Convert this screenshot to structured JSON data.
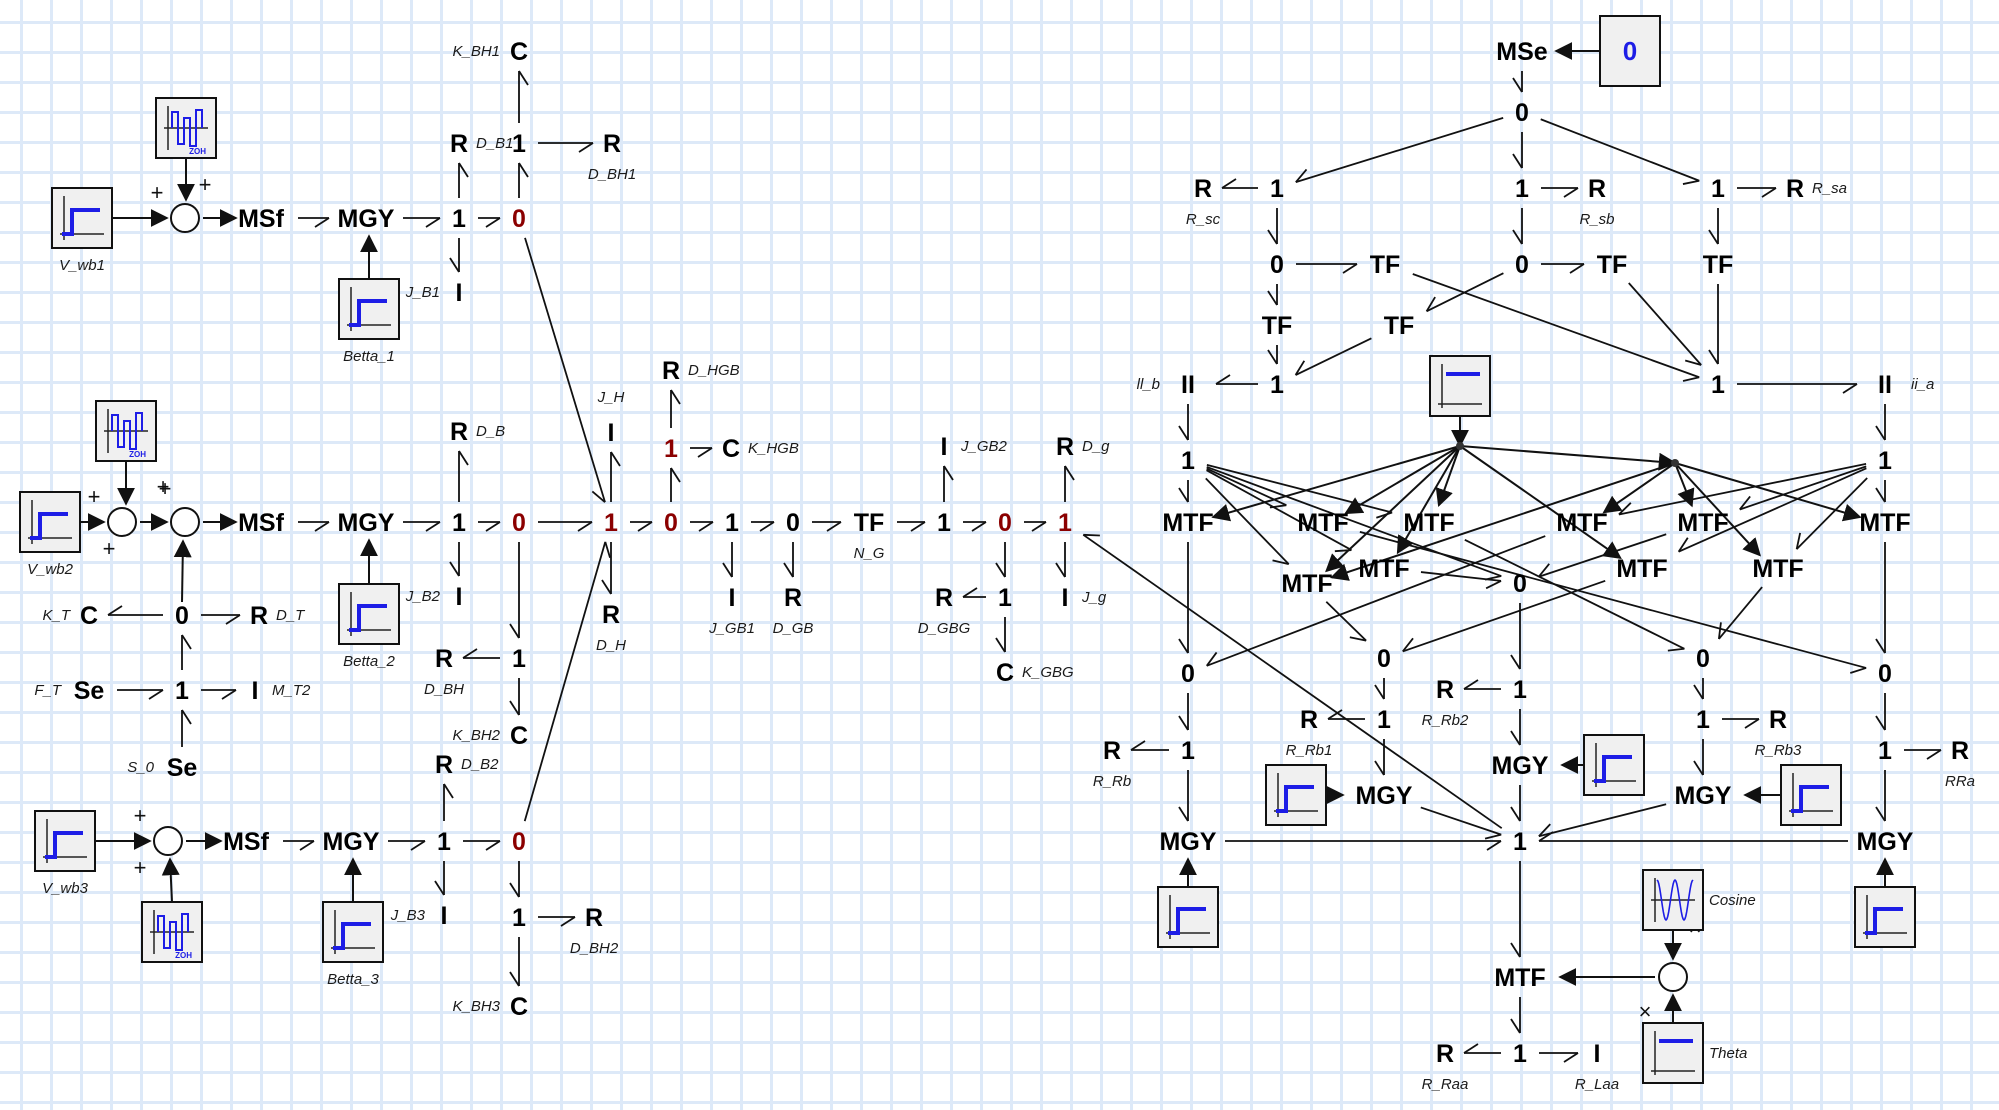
{
  "diagram": {
    "title": "Bond graph model",
    "colors": {
      "grid": "#dde9f8",
      "signal": "#0000ff",
      "junction_active": "#8b0000",
      "element": "#000000"
    },
    "nodes": {
      "MSf1": {
        "label": "MSf"
      },
      "MGY1": {
        "label": "MGY"
      },
      "n1a": {
        "label": "1"
      },
      "n0a": {
        "label": "0"
      },
      "IJB1": {
        "label": "I",
        "sub": "J_B1"
      },
      "RDB1": {
        "label": "R",
        "sub": "D_B1"
      },
      "n1b": {
        "label": "1"
      },
      "RDBH1": {
        "label": "R",
        "sub": "D_BH1"
      },
      "CKBH1": {
        "label": "C",
        "sub": "K_BH1"
      },
      "MSf2": {
        "label": "MSf"
      },
      "MGY2": {
        "label": "MGY"
      },
      "n1c": {
        "label": "1"
      },
      "n0b": {
        "label": "0"
      },
      "IJB2": {
        "label": "I",
        "sub": "J_B2"
      },
      "RDB": {
        "label": "R",
        "sub": "D_B"
      },
      "n1d": {
        "label": "1"
      },
      "RDBH": {
        "label": "R",
        "sub": "D_BH"
      },
      "CKBH2": {
        "label": "C",
        "sub": "K_BH2"
      },
      "n0T": {
        "label": "0"
      },
      "CKT": {
        "label": "C",
        "sub": "K_T"
      },
      "RDT": {
        "label": "R",
        "sub": "D_T"
      },
      "n1T": {
        "label": "1"
      },
      "SeFT": {
        "label": "Se",
        "sub": "F_T"
      },
      "IMT2": {
        "label": "I",
        "sub": "M_T2"
      },
      "SeS0": {
        "label": "Se",
        "sub": "S_0"
      },
      "MSf3": {
        "label": "MSf"
      },
      "MGY3": {
        "label": "MGY"
      },
      "n1e": {
        "label": "1"
      },
      "n0c": {
        "label": "0"
      },
      "IJB3": {
        "label": "I",
        "sub": "J_B3"
      },
      "RDB2": {
        "label": "R",
        "sub": "D_B2"
      },
      "n1f": {
        "label": "1"
      },
      "RDBH2": {
        "label": "R",
        "sub": "D_BH2"
      },
      "CKBH3": {
        "label": "C",
        "sub": "K_BH3"
      },
      "n1H": {
        "label": "1"
      },
      "IJH": {
        "label": "I",
        "sub": "J_H"
      },
      "RDH": {
        "label": "R",
        "sub": "D_H"
      },
      "n0H": {
        "label": "0"
      },
      "n1HGB": {
        "label": "1"
      },
      "RDHGB": {
        "label": "R",
        "sub": "D_HGB"
      },
      "CKHGB": {
        "label": "C",
        "sub": "K_HGB"
      },
      "n1g": {
        "label": "1"
      },
      "IJGB1": {
        "label": "I",
        "sub": "J_GB1"
      },
      "n0g": {
        "label": "0"
      },
      "RDGB": {
        "label": "R",
        "sub": "D_GB"
      },
      "TFNG": {
        "label": "TF",
        "sub": "N_G"
      },
      "n1h": {
        "label": "1"
      },
      "IJGB2": {
        "label": "I",
        "sub": "J_GB2"
      },
      "n0h": {
        "label": "0"
      },
      "n1i": {
        "label": "1"
      },
      "RDGBG": {
        "label": "R",
        "sub": "D_GBG"
      },
      "CKGBG": {
        "label": "C",
        "sub": "K_GBG"
      },
      "n1j": {
        "label": "1"
      },
      "RDg": {
        "label": "R",
        "sub": "D_g"
      },
      "IJg": {
        "label": "I",
        "sub": "J_g"
      },
      "MSe": {
        "label": "MSe"
      },
      "n0top": {
        "label": "0"
      },
      "n1L": {
        "label": "1"
      },
      "RRsc": {
        "label": "R",
        "sub": "R_sc"
      },
      "n1M": {
        "label": "1"
      },
      "RRsb": {
        "label": "R",
        "sub": "R_sb"
      },
      "n1R": {
        "label": "1"
      },
      "RRsa": {
        "label": "R",
        "sub": "R_sa"
      },
      "n0L": {
        "label": "0"
      },
      "TFa": {
        "label": "TF"
      },
      "n0M": {
        "label": "0"
      },
      "TFb": {
        "label": "TF"
      },
      "TFc": {
        "label": "TF"
      },
      "TFd": {
        "label": "TF"
      },
      "TFe": {
        "label": "TF"
      },
      "n1bL": {
        "label": "1"
      },
      "IIb": {
        "label": "II",
        "sub": "ll_b"
      },
      "n1bR": {
        "label": "1"
      },
      "IIa": {
        "label": "II",
        "sub": "ii_a"
      },
      "n1L2": {
        "label": "1"
      },
      "n1R2": {
        "label": "1"
      },
      "MTF1": {
        "label": "MTF"
      },
      "MTF2": {
        "label": "MTF"
      },
      "MTF3": {
        "label": "MTF"
      },
      "MTF4": {
        "label": "MTF"
      },
      "MTF5": {
        "label": "MTF"
      },
      "MTF6": {
        "label": "MTF"
      },
      "MTF7": {
        "label": "MTF"
      },
      "MTF8": {
        "label": "MTF"
      },
      "MTF9": {
        "label": "MTF"
      },
      "MTF10": {
        "label": "MTF"
      },
      "n0c1": {
        "label": "0"
      },
      "n0L3": {
        "label": "0"
      },
      "n0m": {
        "label": "0"
      },
      "n0r": {
        "label": "0"
      },
      "n0R3": {
        "label": "0"
      },
      "n1Rb": {
        "label": "1"
      },
      "RRb": {
        "label": "R",
        "sub": "R_Rb"
      },
      "n1Rb1": {
        "label": "1"
      },
      "RRb1": {
        "label": "R",
        "sub": "R_Rb1"
      },
      "n1Rb2": {
        "label": "1"
      },
      "RRb2": {
        "label": "R",
        "sub": "R_Rb2"
      },
      "n1Rb3": {
        "label": "1"
      },
      "RRb3": {
        "label": "R",
        "sub": "R_Rb3"
      },
      "n1Ra": {
        "label": "1"
      },
      "RRa": {
        "label": "R",
        "sub": "RRa"
      },
      "MGYL": {
        "label": "MGY"
      },
      "MGYm1": {
        "label": "MGY"
      },
      "MGYc": {
        "label": "MGY"
      },
      "MGYr": {
        "label": "MGY"
      },
      "MGYR": {
        "label": "MGY"
      },
      "n1main": {
        "label": "1"
      },
      "MTFb": {
        "label": "MTF"
      },
      "n1bot": {
        "label": "1"
      },
      "RRaa": {
        "label": "R",
        "sub": "R_Raa"
      },
      "IRLaa": {
        "label": "I",
        "sub": "R_Laa"
      }
    },
    "blocks": {
      "step1": {
        "type": "step",
        "sub": "V_wb1"
      },
      "zoh1": {
        "type": "zoh",
        "text": "ZOH"
      },
      "betta1": {
        "type": "step",
        "sub": "Betta_1"
      },
      "step2": {
        "type": "step",
        "sub": "V_wb2"
      },
      "zoh2": {
        "type": "zoh",
        "text": "ZOH"
      },
      "betta2": {
        "type": "step",
        "sub": "Betta_2"
      },
      "step3": {
        "type": "step",
        "sub": "V_wb3"
      },
      "zoh3": {
        "type": "zoh",
        "text": "ZOH"
      },
      "betta3": {
        "type": "step",
        "sub": "Betta_3"
      },
      "const0": {
        "type": "const",
        "text": "0"
      },
      "stepSrc": {
        "type": "const_line"
      },
      "stepL": {
        "type": "step"
      },
      "stepM1": {
        "type": "step"
      },
      "stepC": {
        "type": "step"
      },
      "stepR": {
        "type": "step"
      },
      "stepRR": {
        "type": "step"
      },
      "cosine": {
        "type": "sine",
        "sub": "Cosine"
      },
      "theta": {
        "type": "const_line",
        "sub": "Theta"
      }
    },
    "operators": {
      "sum1": {
        "signs": [
          "+",
          "+"
        ]
      },
      "sumA": {
        "signs": [
          "+"
        ]
      },
      "sumB": {
        "signs": [
          "+",
          "+",
          "+"
        ]
      },
      "sum3": {
        "signs": [
          "+",
          "+"
        ]
      },
      "sumX": {
        "signs": [
          "×",
          "×"
        ]
      }
    }
  }
}
